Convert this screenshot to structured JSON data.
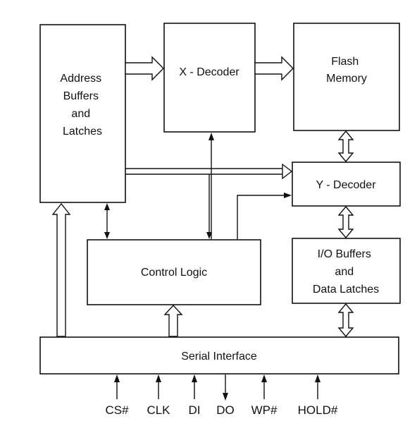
{
  "blocks": {
    "address_buffers": [
      "Address",
      "Buffers",
      "and",
      "Latches"
    ],
    "x_decoder": [
      "X - Decoder"
    ],
    "flash_memory": [
      "Flash",
      "Memory"
    ],
    "y_decoder": [
      "Y - Decoder"
    ],
    "control_logic": [
      "Control Logic"
    ],
    "io_buffers": [
      "I/O Buffers",
      "and",
      "Data Latches"
    ],
    "serial_interface": [
      "Serial Interface"
    ]
  },
  "pins": [
    "CS#",
    "CLK",
    "DI",
    "DO",
    "WP#",
    "HOLD#"
  ]
}
